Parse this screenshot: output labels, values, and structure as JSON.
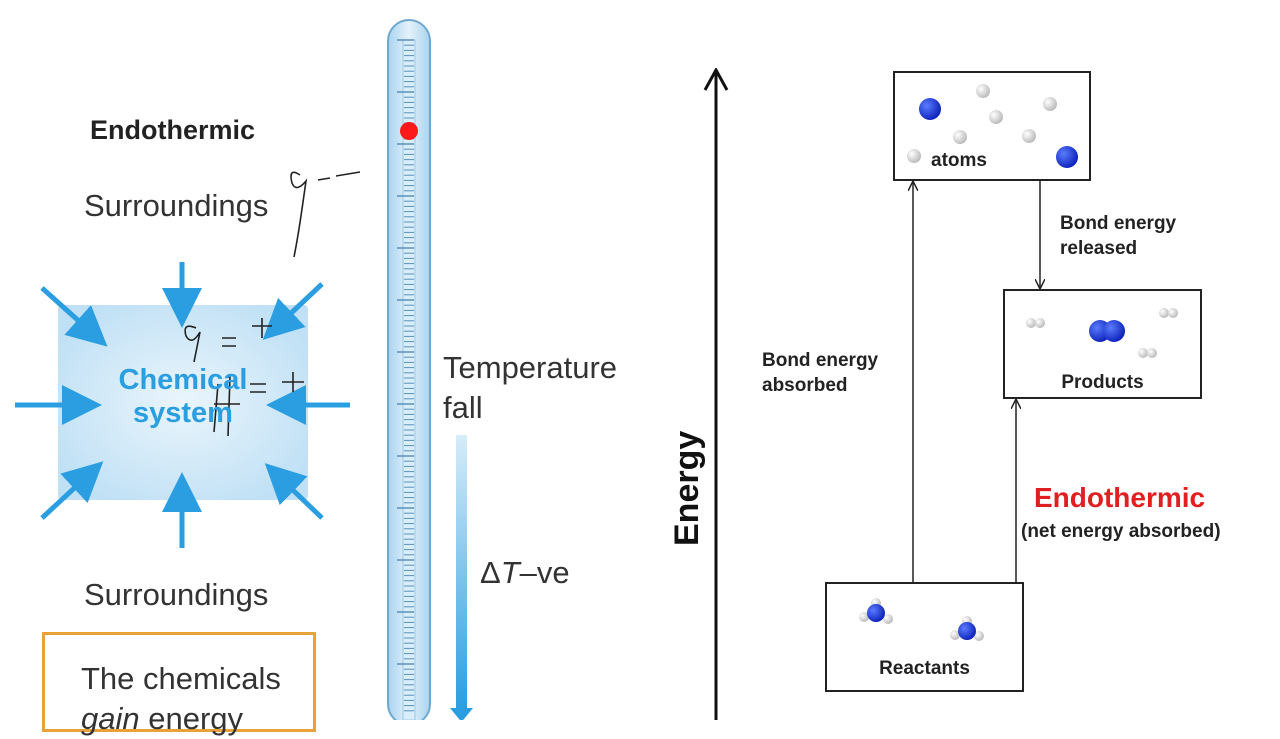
{
  "left": {
    "title": "Endothermic",
    "surroundings_top": "Surroundings",
    "surroundings_bottom": "Surroundings",
    "system_line1": "Chemical",
    "system_line2": "system",
    "temperature_line1": "Temperature",
    "temperature_line2": "fall",
    "delta_symbol": "Δ",
    "delta_T": "T",
    "delta_suffix": "–ve",
    "note_line1": "The chemicals",
    "note_line2_italic": "gain",
    "note_line2_rest": " energy"
  },
  "right": {
    "y_axis_label": "Energy",
    "atoms_label": "atoms",
    "products_label": "Products",
    "reactants_label": "Reactants",
    "bond_absorbed_line1": "Bond energy",
    "bond_absorbed_line2": "absorbed",
    "bond_released_line1": "Bond energy",
    "bond_released_line2": "released",
    "endothermic_title": "Endothermic",
    "endothermic_sub": "(net energy absorbed)"
  },
  "colors": {
    "arrow_blue": "#2a9ee0",
    "system_fill": "#cfe8f8",
    "thermometer_tube": "#bfdff3",
    "red_mark": "#ff1a1a",
    "endothermic_red": "#e02020",
    "note_border": "#e8a23a",
    "atom_blue": "#0a2ad8",
    "atom_white": "#e8e8e8"
  }
}
